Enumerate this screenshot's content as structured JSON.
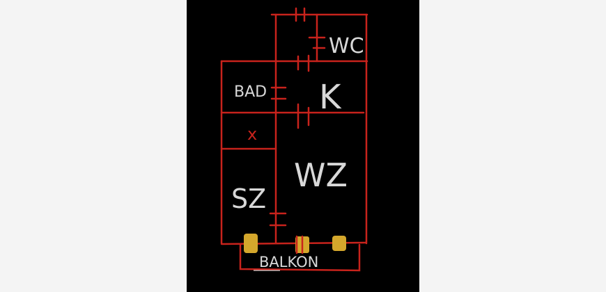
{
  "rooms": {
    "wc": "WC",
    "bad": "BAD",
    "kitchen": "K",
    "wohnzimmer": "WZ",
    "schlafzimmer": "SZ",
    "balkon": "BALKON",
    "marker": "x"
  },
  "colors": {
    "background": "#000000",
    "walls": "#c8231c",
    "windows": "#d4a72c",
    "labels": "#d8d8d8"
  }
}
